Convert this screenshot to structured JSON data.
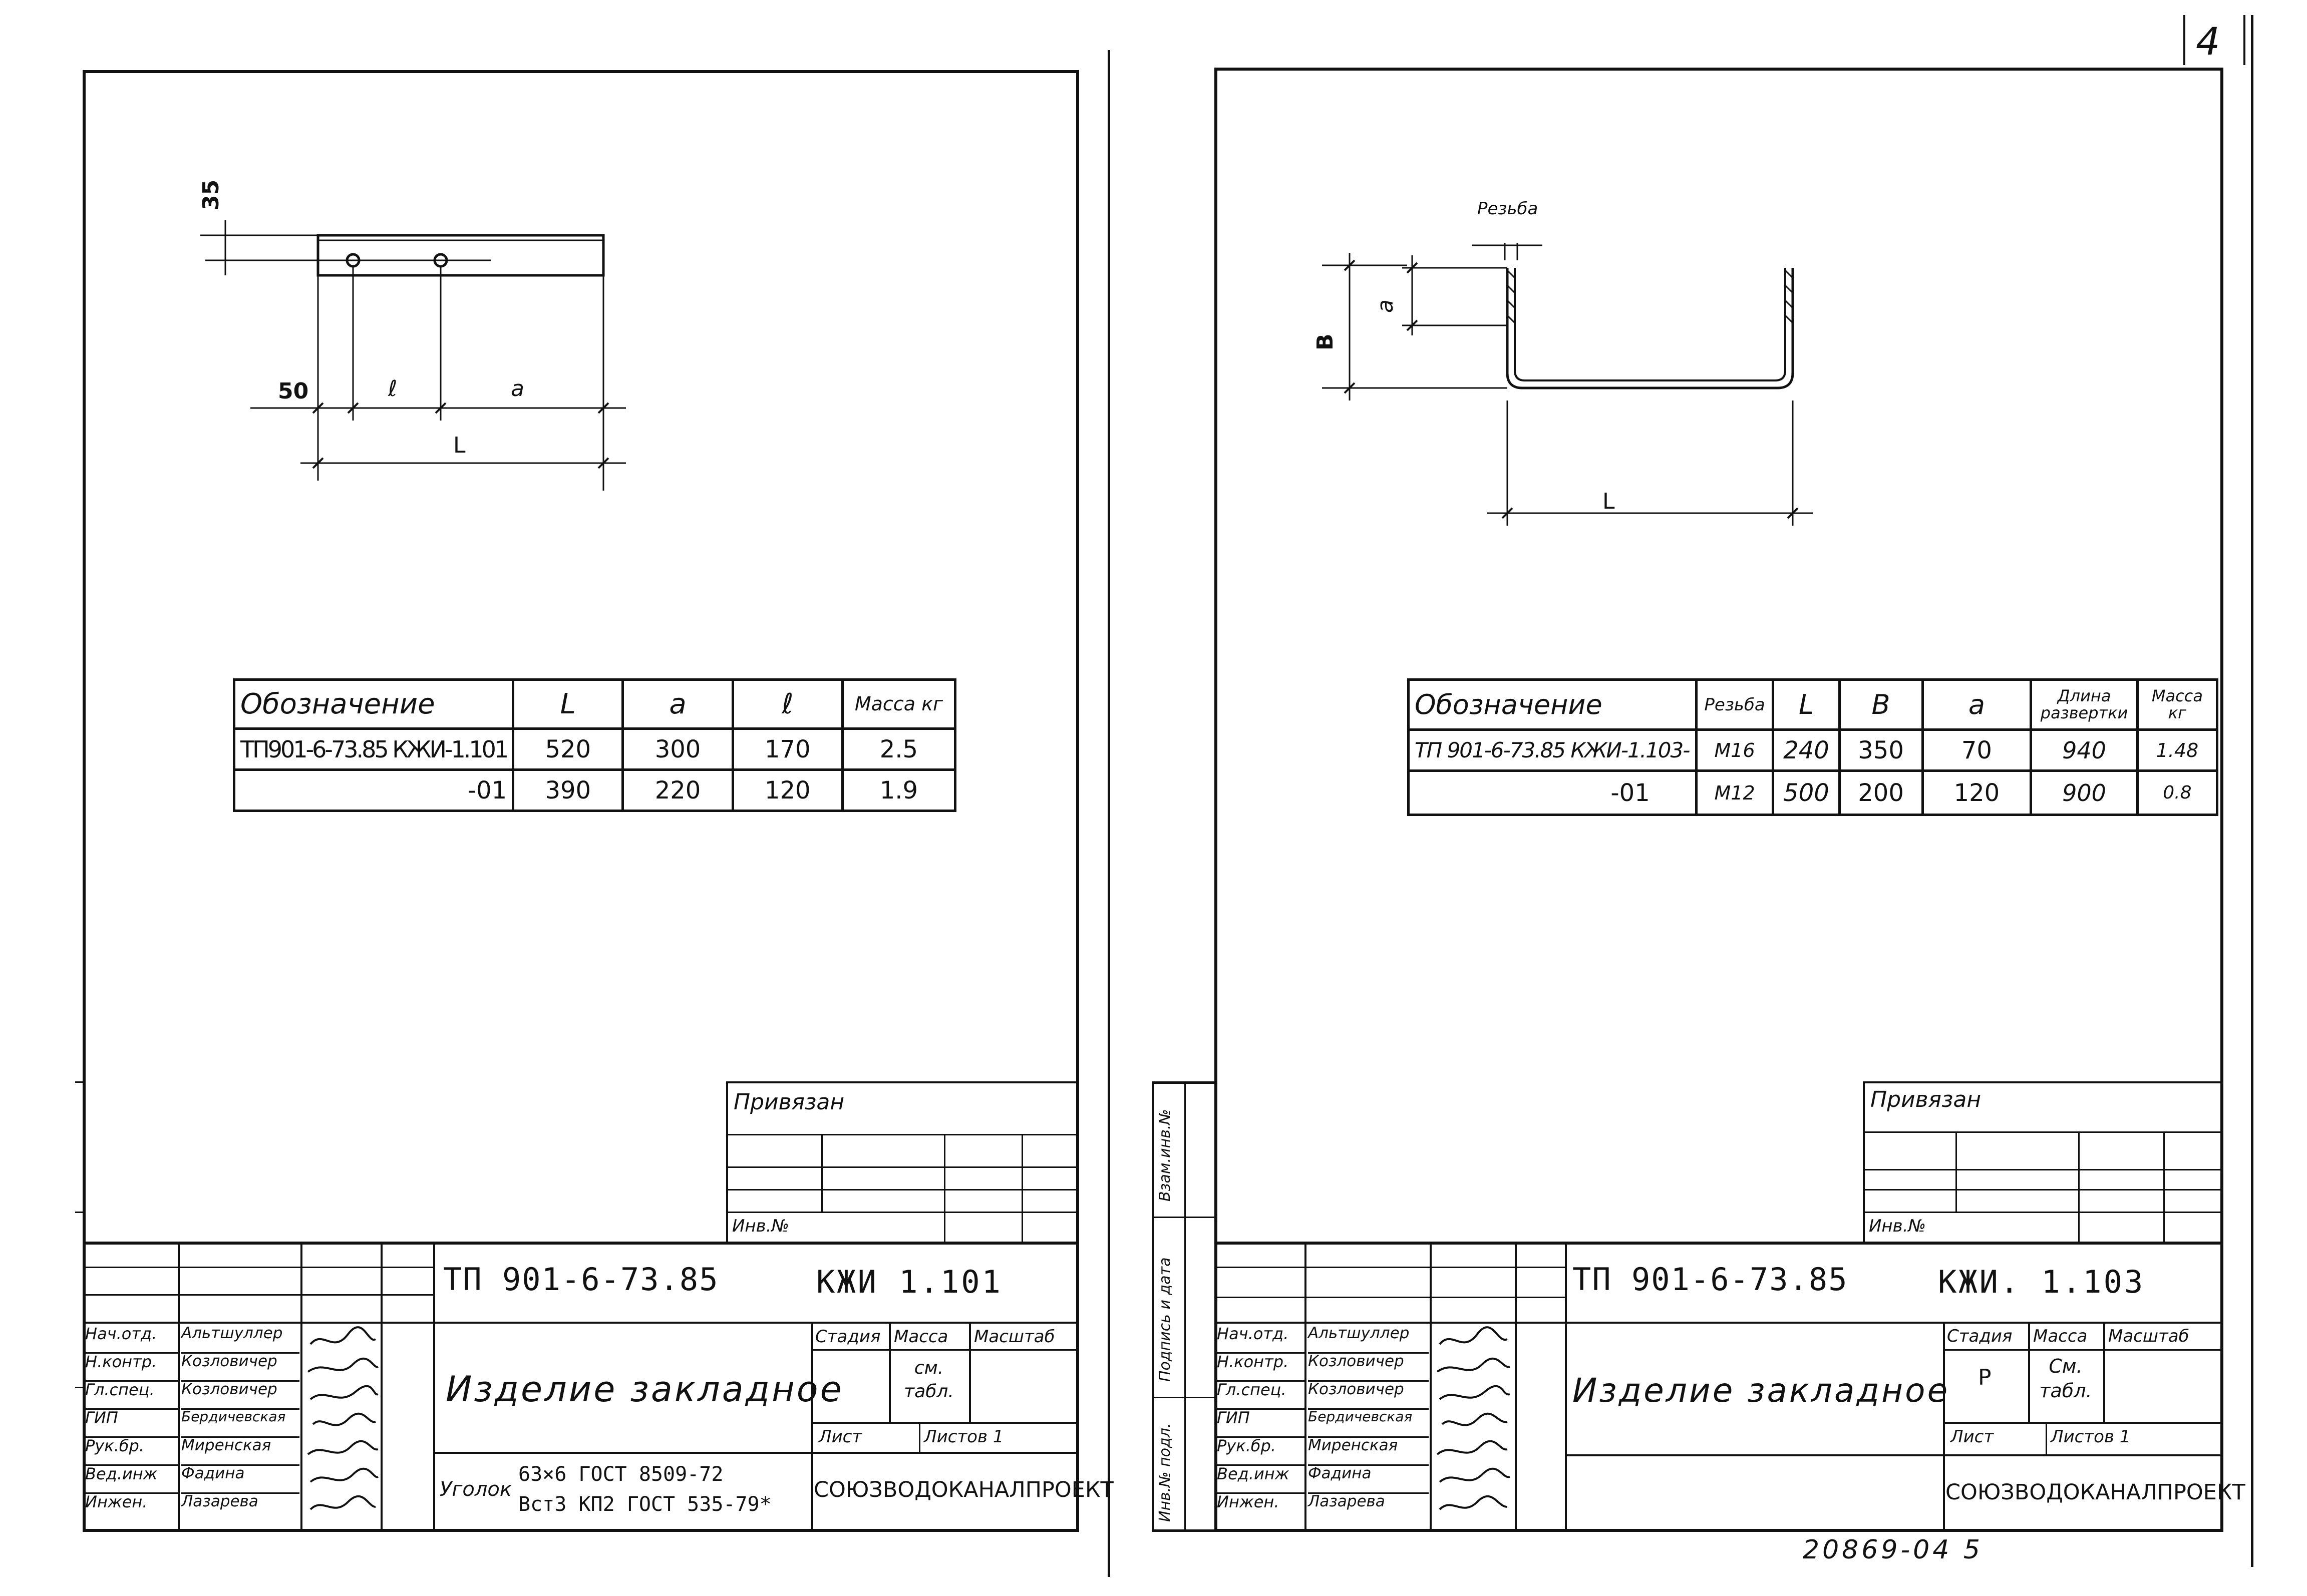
{
  "page_number": "4",
  "footer_code": "20869-04 5",
  "left": {
    "drawing": {
      "dim_35": "35",
      "dim_50": "50",
      "dim_l": "ℓ",
      "dim_a": "a",
      "dim_L": "L"
    },
    "table": {
      "headers": [
        "Обозначение",
        "L",
        "a",
        "ℓ",
        "Масса кг"
      ],
      "rows": [
        [
          "ТП901-6-73.85 КЖИ-1.101",
          "520",
          "300",
          "170",
          "2.5"
        ],
        [
          "-01",
          "390",
          "220",
          "120",
          "1.9"
        ]
      ]
    },
    "privyazan": "Привязан",
    "inv_no": "Инв.№",
    "title_block": {
      "code": "ТП 901-6-73.85",
      "sheet_code": "КЖИ 1.101",
      "name": "Изделие закладное",
      "stadiya": "Стадия",
      "massa": "Масса",
      "masshtab": "Масштаб",
      "mass_value": "см. табл.",
      "list": "Лист",
      "listov": "Листов 1",
      "org": "СОЮЗВОДОКАНАЛПРОЕКТ",
      "material_label": "Уголок",
      "material_line1": "63×6 ГОСТ 8509-72",
      "material_line2": "Вст3 КП2 ГОСТ 535-79*",
      "roles": [
        "Нач.отд.",
        "Н.контр.",
        "Гл.спец.",
        "ГИП",
        "Рук.бр.",
        "Вед.инж",
        "Инжен."
      ],
      "names": [
        "Альтшуллер",
        "Козловичер",
        "Козловичер",
        "Бердичевская",
        "Миренская",
        "Фадина",
        "Лазарева"
      ]
    }
  },
  "right": {
    "drawing": {
      "thread_label": "Резьба",
      "dim_a": "a",
      "dim_B": "B",
      "dim_L": "L"
    },
    "table": {
      "headers": [
        "Обозначение",
        "Резьба",
        "L",
        "B",
        "a",
        "Длина развертки",
        "Масса кг"
      ],
      "rows": [
        [
          "ТП 901-6-73.85 КЖИ-1.103-",
          "М16",
          "240",
          "350",
          "70",
          "940",
          "1.48"
        ],
        [
          "-01",
          "М12",
          "500",
          "200",
          "120",
          "900",
          "0.8"
        ]
      ]
    },
    "privyazan": "Привязан",
    "inv_no": "Инв.№",
    "side_stamps": [
      "Инв.№ подл.",
      "Подпись и дата",
      "Взам.инв.№"
    ],
    "title_block": {
      "code": "ТП 901-6-73.85",
      "sheet_code": "КЖИ. 1.103",
      "name": "Изделие закладное",
      "stadiya": "Стадия",
      "massa": "Масса",
      "masshtab": "Масштаб",
      "stage_value": "Р",
      "mass_value": "См. табл.",
      "list": "Лист",
      "listov": "Листов 1",
      "org": "СОЮЗВОДОКАНАЛПРОЕКТ",
      "roles": [
        "Нач.отд.",
        "Н.контр.",
        "Гл.спец.",
        "ГИП",
        "Рук.бр.",
        "Вед.инж",
        "Инжен."
      ],
      "names": [
        "Альтшуллер",
        "Козловичер",
        "Козловичер",
        "Бердичевская",
        "Миренская",
        "Фадина",
        "Лазарева"
      ]
    }
  }
}
